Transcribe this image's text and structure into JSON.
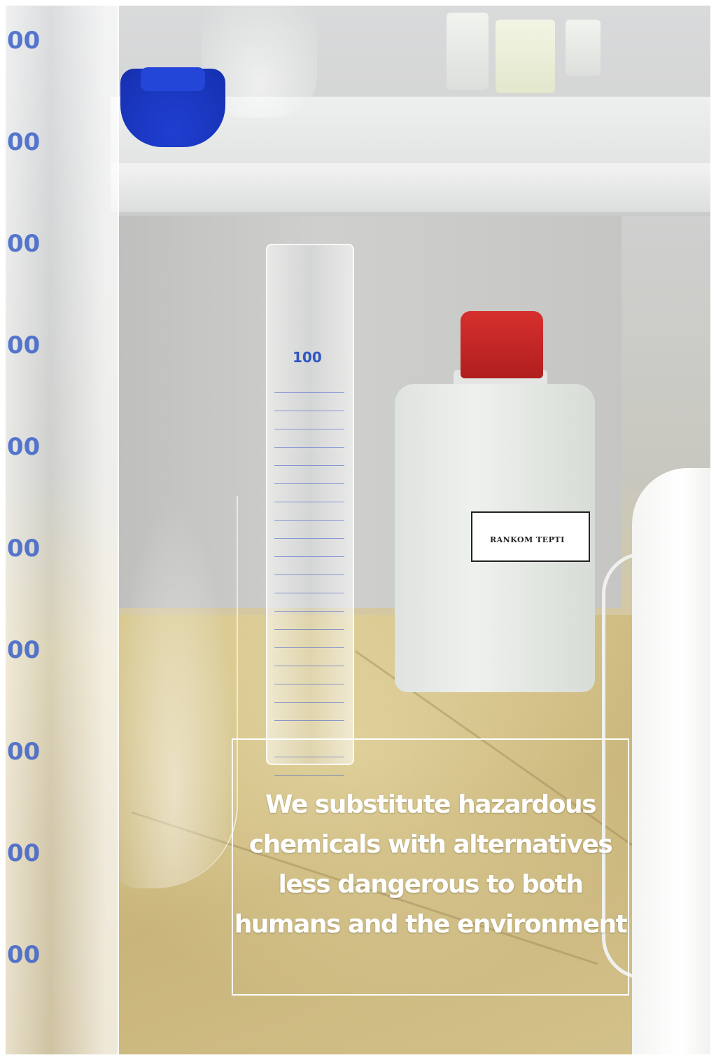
{
  "photo": {
    "description_icon": "laboratory-photo",
    "bottle_label": "RANKOM TEPTI",
    "cylinder_label": "100",
    "graduation_marks": [
      "00",
      "00",
      "00",
      "00",
      "00",
      "00",
      "00",
      "00",
      "00",
      "00"
    ]
  },
  "overlay": {
    "text": "We substitute hazardous chemicals with alternatives less dangerous to both humans and the environment"
  },
  "colors": {
    "overlay_text": "#ffffff",
    "overlay_border": "#ffffff",
    "bottle_cap": "#c62828",
    "stopper_blue": "#1f3fd1"
  }
}
